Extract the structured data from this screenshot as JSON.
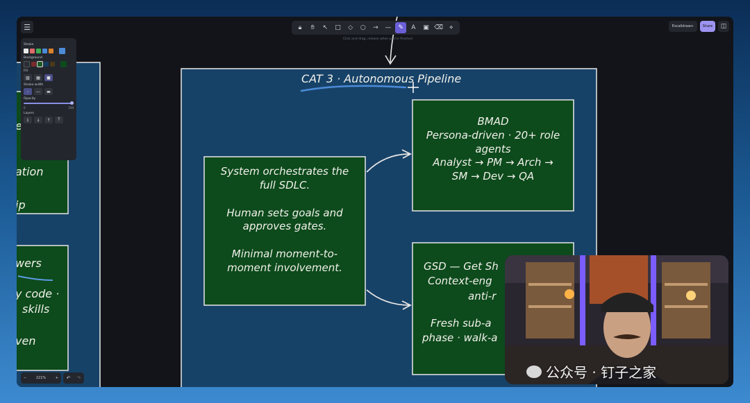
{
  "toolbar": {
    "tools": [
      "lock-icon",
      "hand-icon",
      "pointer-icon",
      "rectangle-icon",
      "diamond-icon",
      "ellipse-icon",
      "arrow-icon",
      "line-icon",
      "pencil-icon",
      "text-icon",
      "image-icon",
      "eraser-icon",
      "extra-tools-icon"
    ],
    "active_tool": "pencil-icon",
    "hint": "Click and drag, release when you're finished"
  },
  "header": {
    "library_label": "Excalidraw+",
    "share_label": "Share"
  },
  "panel": {
    "stroke_label": "Stroke",
    "background_label": "Background",
    "fill_label": "Fill",
    "stroke_width_label": "Stroke width",
    "opacity_label": "Opacity",
    "opacity_min": "0",
    "opacity_max": "100",
    "opacity_value": 1.0,
    "layers_label": "Layers",
    "stroke_colors": [
      "#e9e9e9",
      "#e06b6b",
      "#3fae52",
      "#4c8bd8",
      "#d9822b"
    ],
    "stroke_selected": "#4c8bd8",
    "background_colors": [
      "#2a2d34",
      "#7a2b2b",
      "#1f5a27",
      "#153b61",
      "#4a3a1a"
    ],
    "background_selected": "#0d4a1c"
  },
  "canvas": {
    "left_text_1": "e",
    "left_text_2": "ation",
    "left_text_3": "ip",
    "left_text_4": "wers",
    "left_text_5": "y code ·",
    "left_text_6": "skills",
    "left_text_7": "ven",
    "frame_title": "CAT 3 · Autonomous Pipeline",
    "center_box": {
      "line1": "System orchestrates the",
      "line2": "full SDLC.",
      "line3": "Human sets goals and",
      "line4": "approves gates.",
      "line5": "Minimal moment-to-",
      "line6": "moment involvement."
    },
    "bmad_box": {
      "line1": "BMAD",
      "line2": "Persona-driven · 20+ role",
      "line3": "agents",
      "line4": "Analyst → PM → Arch →",
      "line5": "SM → Dev → QA"
    },
    "gsd_box": {
      "line1": "GSD — Get Sh",
      "line2": "Context-eng",
      "line3": "anti-r",
      "line4": "Fresh sub-a",
      "line5": "phase · walk-a"
    }
  },
  "zoom": {
    "level": "221%"
  },
  "watermark": {
    "text": "公众号 · 钉子之家"
  }
}
